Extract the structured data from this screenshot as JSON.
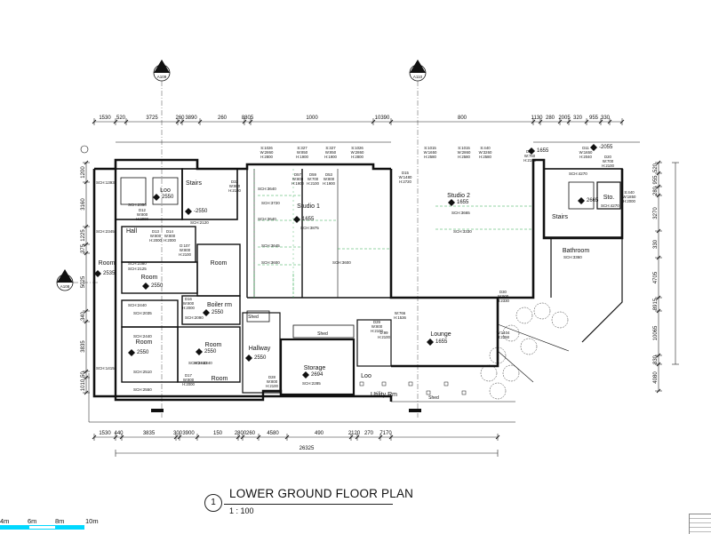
{
  "plan": {
    "title": "LOWER GROUND FLOOR PLAN",
    "view_number": "1",
    "scale": "1 : 100",
    "section_markers": [
      {
        "num": "1",
        "ref": "A109"
      },
      {
        "num": "1",
        "ref": "A110"
      },
      {
        "num": "1",
        "ref": "A108"
      }
    ],
    "top_dimensions": [
      "1530",
      "520",
      "3725",
      "260",
      "3890",
      "260",
      "8805",
      "1000",
      "10390",
      "800",
      "1130",
      "280",
      "2005",
      "320",
      "955",
      "330"
    ],
    "bottom_dimensions": [
      "1530",
      "440",
      "3835",
      "300",
      "3900",
      "150",
      "2800",
      "260",
      "4580",
      "490",
      "2120",
      "270",
      "7170"
    ],
    "overall_dimension": "26325",
    "left_dimensions": [
      "1200",
      "3160",
      "1225",
      "375",
      "5025",
      "340",
      "3835",
      "50",
      "1010"
    ],
    "right_dimensions": [
      "520",
      "955",
      "280",
      "3270",
      "330",
      "4705",
      "8915",
      "10065",
      "830",
      "4080"
    ],
    "rooms": {
      "stairs_1": "Stairs",
      "loo_1": "Loo",
      "hall": "Hall",
      "room_west": "Room",
      "room_1": "Room",
      "room_2": "Room",
      "boiler": "Boiler rm",
      "room_3": "Room",
      "room_4": "Room",
      "room_5": "Room",
      "hallway": "Hallway",
      "storage": "Storage",
      "studio_1": "Studio 1",
      "studio_2": "Studio 2",
      "stairs_2": "Stairs",
      "sto": "Sto.",
      "bathroom": "Bathroom",
      "lounge": "Lounge",
      "loo_2": "Loo",
      "utility": "Utility Rm",
      "shed_1": "Shed",
      "shed_2": "Shed",
      "shed_3": "Shed"
    },
    "levels": {
      "loo_1": "2550",
      "stairs_1": "-2550",
      "room_1": "2550",
      "boiler": "2550",
      "room_3": "2550",
      "room_4": "2550",
      "hallway": "2550",
      "storage": "2694",
      "studio_1": "1655",
      "studio_2": "1655",
      "lounge": "1655",
      "sto": "2665",
      "west": "2535",
      "top_right_1": "1655",
      "top_right_2": "-2055"
    },
    "sch_notes": {
      "s1": "SCH:1393",
      "s2": "SCH:2350",
      "s3": "SCH:2345",
      "s4": "SCH:2380",
      "s5": "SCH:2125",
      "s6": "SCH:2440",
      "s7": "SCH:2035",
      "s8": "SCH:2440",
      "s9": "SCH:2340",
      "s10": "SCH:1415",
      "s11": "SCH:2510",
      "s12": "SCH:2550",
      "s13": "SCH:2120",
      "s14": "SCH:2090",
      "s15": "SCH:3640",
      "s16": "SCH:3720",
      "s17": "SCH:3640",
      "s18": "SCH:3875",
      "s19": "SCH:3645",
      "s20": "SCH:3600",
      "s21": "SCH:3600",
      "s22": "SCH:3665",
      "s23": "SCH:3330",
      "s24": "SCH:3360",
      "s25": "SCH:4270",
      "s26": "SCH:4270",
      "s27": "SCH:2285",
      "s28": "SCH:2340"
    },
    "tags": {
      "d12": [
        "D12",
        "W:800",
        "H:2000"
      ],
      "d13": [
        "D13",
        "W:800",
        "H:2000"
      ],
      "d14": [
        "D14",
        "W:800",
        "H:2000"
      ],
      "d16": [
        "D16",
        "W:800",
        "H:2000"
      ],
      "d17": [
        "D17",
        "W:800",
        "H:2000"
      ],
      "d28": [
        "D28",
        "W:800",
        "H:2100"
      ],
      "d29": [
        "D29",
        "W:800",
        "H:2100"
      ],
      "d32": [
        "D32",
        "W:800",
        "H:2180"
      ],
      "d11": [
        "D11",
        "W:1650",
        "H:2040"
      ],
      "d20": [
        "D20",
        "W:700",
        "H:2100"
      ],
      "d30": [
        "D30",
        "W:900",
        "H:2330"
      ],
      "d21": [
        "D21",
        "W:760",
        "H:2100"
      ],
      "d15": [
        "D15",
        "W:1480",
        "H:2720"
      ],
      "s1026a": [
        "S:1026",
        "W:2860",
        "H:2800"
      ],
      "s327a": [
        "S:327",
        "W:850",
        "H:1900"
      ],
      "s327b": [
        "S:327",
        "W:850",
        "H:1900"
      ],
      "s1026b": [
        "S:1026",
        "W:2860",
        "H:2800"
      ],
      "s1015a": [
        "S:1015",
        "W:1650",
        "H:2580"
      ],
      "s1015b": [
        "S:1015",
        "W:2860",
        "H:2580"
      ],
      "s440a": [
        "S:440",
        "W:3260",
        "H:2580"
      ],
      "s440b": [
        "S:440",
        "W:1850",
        "H:2000"
      ],
      "w766": [
        "W:766",
        "H:1536"
      ],
      "w1404": [
        "W:1404",
        "H:2258"
      ],
      "d99": [
        "D:99",
        "H:2100"
      ],
      "d107": [
        "D:107",
        "W:800",
        "H:2100"
      ],
      "d59": [
        "D59",
        "W:700",
        "H:2100"
      ],
      "d57": [
        "D57",
        "W:800",
        "H:1900"
      ],
      "d53": [
        "D53",
        "W:800",
        "H:1900"
      ]
    },
    "scale_bar": [
      "4m",
      "6m",
      "8m",
      "10m"
    ],
    "colors": {
      "ink": "#111111",
      "door_green": "#2fa84f",
      "scale_cyan": "#00d8ff"
    }
  }
}
